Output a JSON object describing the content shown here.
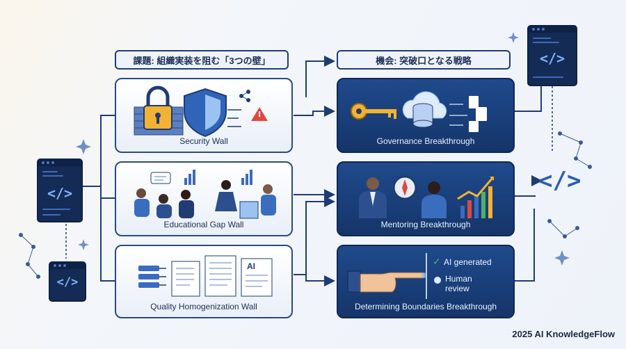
{
  "headers": {
    "challenges": "課題: 組織実装を阻む「3つの壁」",
    "opportunities": "機会: 突破口となる戦略"
  },
  "walls": [
    {
      "label": "Security Wall"
    },
    {
      "label": "Educational Gap Wall"
    },
    {
      "label": "Quality Homogenization Wall"
    }
  ],
  "breakthroughs": [
    {
      "label": "Governance Breakthrough"
    },
    {
      "label": "Mentoring Breakthrough"
    },
    {
      "label": "Determining Boundaries Breakthrough"
    }
  ],
  "boundaries": {
    "ai_generated": "AI generated",
    "human_review_line1": "Human",
    "human_review_line2": "review"
  },
  "doc_ai_label": "AI",
  "code_glyph": "</>",
  "footer": "2025 AI KnowledgeFlow",
  "colors": {
    "accent": "#2a4a86",
    "dark_card": "#1a3f7a",
    "arrow": "#1f3c73"
  }
}
